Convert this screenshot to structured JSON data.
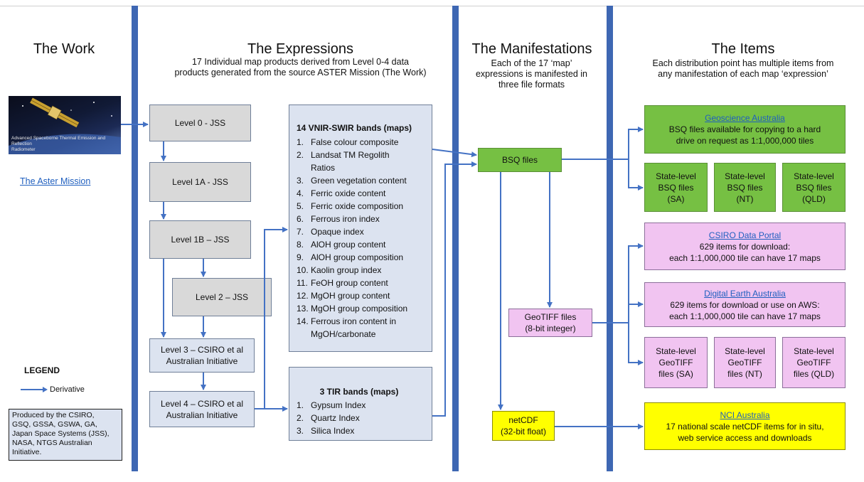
{
  "columns": {
    "work": {
      "title": "The Work"
    },
    "expressions": {
      "title": "The Expressions",
      "subtitle_1": "17 Individual map products derived from Level 0-4 data",
      "subtitle_2": "products generated from the source ASTER Mission (The Work)"
    },
    "manifestations": {
      "title": "The Manifestations",
      "subtitle_1": "Each of the 17 ‘map’",
      "subtitle_2": "expressions is manifested in",
      "subtitle_3": "three file formats"
    },
    "items": {
      "title": "The Items",
      "subtitle_1": "Each distribution point has multiple items from",
      "subtitle_2": "any manifestation of each map ‘expression’"
    }
  },
  "work": {
    "image_caption_1": "Advanced Spaceborne Thermal Emission and Reflection",
    "image_caption_2": "Radiometer",
    "link": "The Aster Mission"
  },
  "levels": [
    {
      "label_1": "Level 0 - JSS",
      "label_2": ""
    },
    {
      "label_1": "Level 1A - JSS",
      "label_2": ""
    },
    {
      "label_1": "Level 1B – JSS",
      "label_2": ""
    },
    {
      "label_1": "Level 2 – JSS",
      "label_2": ""
    },
    {
      "label_1": "Level 3 – CSIRO et al",
      "label_2": "Australian Initiative"
    },
    {
      "label_1": "Level 4 – CSIRO et al",
      "label_2": "Australian Initiative"
    }
  ],
  "vnir": {
    "title": "14 VNIR-SWIR bands (maps)",
    "items": [
      {
        "n": "1.",
        "t": "False colour composite"
      },
      {
        "n": "2.",
        "t": "Landsat TM Regolith"
      },
      {
        "n": "",
        "t": "Ratios"
      },
      {
        "n": "3.",
        "t": "Green vegetation content"
      },
      {
        "n": "4.",
        "t": "Ferric oxide content"
      },
      {
        "n": "5.",
        "t": "Ferric oxide composition"
      },
      {
        "n": "6.",
        "t": "Ferrous iron index"
      },
      {
        "n": "7.",
        "t": "Opaque index"
      },
      {
        "n": "8.",
        "t": "AlOH group content"
      },
      {
        "n": "9.",
        "t": "AlOH group composition"
      },
      {
        "n": "10.",
        "t": "Kaolin group index"
      },
      {
        "n": "11.",
        "t": "FeOH group content"
      },
      {
        "n": "12.",
        "t": "MgOH group content"
      },
      {
        "n": "13.",
        "t": "MgOH group composition"
      },
      {
        "n": "14.",
        "t": "Ferrous iron content in"
      },
      {
        "n": "",
        "t": "MgOH/carbonate"
      }
    ]
  },
  "tir": {
    "title": "3 TIR bands (maps)",
    "items": [
      {
        "n": "1.",
        "t": "Gypsum Index"
      },
      {
        "n": "2.",
        "t": "Quartz Index"
      },
      {
        "n": "3.",
        "t": "Silica Index"
      }
    ]
  },
  "manifest": {
    "bsq": "BSQ files",
    "geotiff_1": "GeoTIFF files",
    "geotiff_2": "(8-bit integer)",
    "netcdf_1": "netCDF",
    "netcdf_2": "(32-bit float)"
  },
  "items": {
    "ga": {
      "title": "Geoscience Australia",
      "line_1": "BSQ files available for copying to a hard",
      "line_2": "drive on request as 1:1,000,000 tiles"
    },
    "bsq_states": [
      {
        "l1": "State-level",
        "l2": "BSQ files",
        "l3": "(SA)"
      },
      {
        "l1": "State-level",
        "l2": "BSQ files",
        "l3": "(NT)"
      },
      {
        "l1": "State-level",
        "l2": "BSQ files",
        "l3": "(QLD)"
      }
    ],
    "csiro": {
      "title": "CSIRO Data Portal",
      "line_1": "629 items for download:",
      "line_2": "each  1:1,000,000 tile can have 17 maps"
    },
    "dea": {
      "title": "Digital Earth Australia",
      "line_1": "629 items for download or use on AWS:",
      "line_2": "each 1:1,000,000 tile can have 17 maps"
    },
    "geotiff_states": [
      {
        "l1": "State-level",
        "l2": "GeoTIFF",
        "l3": "files (SA)"
      },
      {
        "l1": "State-level",
        "l2": "GeoTIFF",
        "l3": "files (NT)"
      },
      {
        "l1": "State-level",
        "l2": "GeoTIFF",
        "l3": "files (QLD)"
      }
    ],
    "nci": {
      "title": "NCI Australia",
      "line_1": "17 national scale netCDF items for in situ,",
      "line_2": "web service access and downloads"
    }
  },
  "legend": {
    "title": "LEGEND",
    "derivative": "Derivative",
    "produced_by": [
      "Produced by the CSIRO,",
      "GSQ, GSSA, GSWA, GA,",
      "Japan Space Systems (JSS),",
      "NASA, NTGS Australian",
      "Initiative."
    ]
  },
  "colors": {
    "bar": "#3e67b3",
    "arrow": "#4472c4",
    "green": "#76c043",
    "pink": "#f1c4f1",
    "yellow": "#ffff00",
    "gray": "#d9d9d9",
    "lightblue": "#dce3f0"
  }
}
